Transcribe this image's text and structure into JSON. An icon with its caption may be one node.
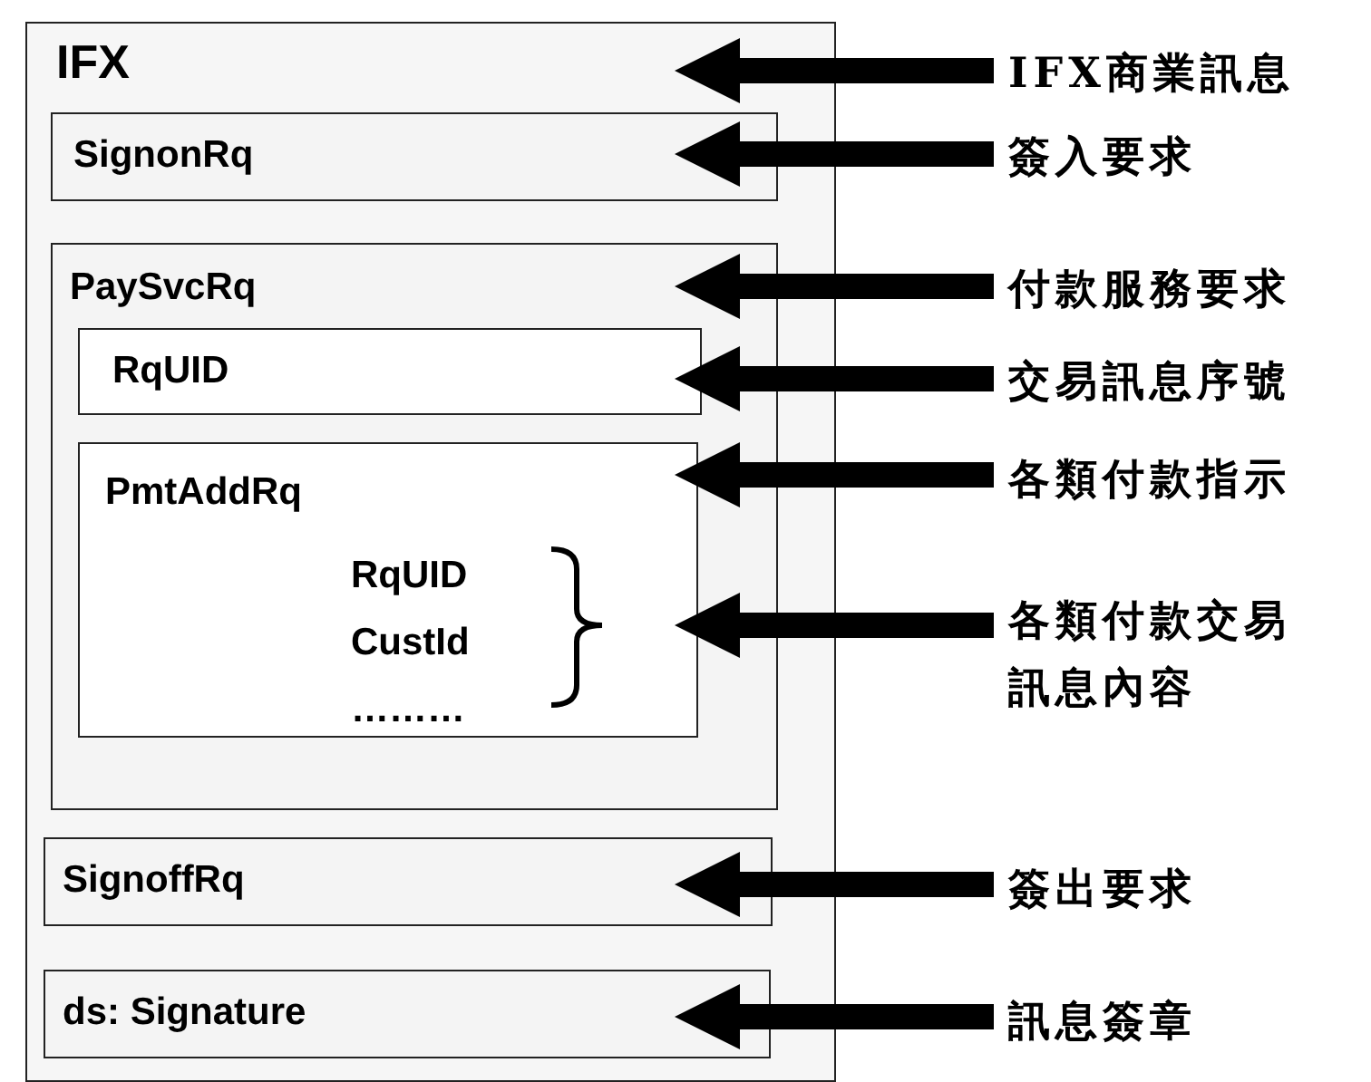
{
  "diagram": {
    "nodes": [
      {
        "text": [
          "IFX"
        ]
      },
      {
        "text": [
          "SignonRq"
        ],
        "in": 0
      },
      {
        "text": [
          "PaySvcRq"
        ],
        "in": 0
      },
      {
        "text": [
          "RqUID"
        ],
        "in": 2
      },
      {
        "text": [
          "PmtAddRq"
        ],
        "in": 2
      },
      {
        "text": [
          "RqUID CustId ………"
        ],
        "in": 4
      },
      {
        "text": [
          "SignoffRq"
        ],
        "in": 0
      },
      {
        "text": [
          "ds: Signature"
        ],
        "in": 0
      },
      {
        "text": [
          "IFX商業訊息"
        ]
      },
      {
        "text": [
          "簽入要求"
        ]
      },
      {
        "text": [
          "付款服務要求"
        ]
      },
      {
        "text": [
          "交易訊息序號"
        ]
      },
      {
        "text": [
          "各類付款指示"
        ]
      },
      {
        "text": [
          "各類付款交易訊息內容"
        ]
      },
      {
        "text": [
          "簽出要求"
        ]
      },
      {
        "text": [
          "訊息簽章"
        ]
      }
    ],
    "edges": [
      {
        "from": 8,
        "to": 0,
        "arrow": "to"
      },
      {
        "from": 9,
        "to": 1,
        "arrow": "to"
      },
      {
        "from": 10,
        "to": 2,
        "arrow": "to"
      },
      {
        "from": 11,
        "to": 3,
        "arrow": "to"
      },
      {
        "from": 12,
        "to": 4,
        "arrow": "to"
      },
      {
        "from": 13,
        "to": 5,
        "arrow": "to"
      },
      {
        "from": 14,
        "to": 6,
        "arrow": "to"
      },
      {
        "from": 15,
        "to": 7,
        "arrow": "to"
      }
    ]
  }
}
